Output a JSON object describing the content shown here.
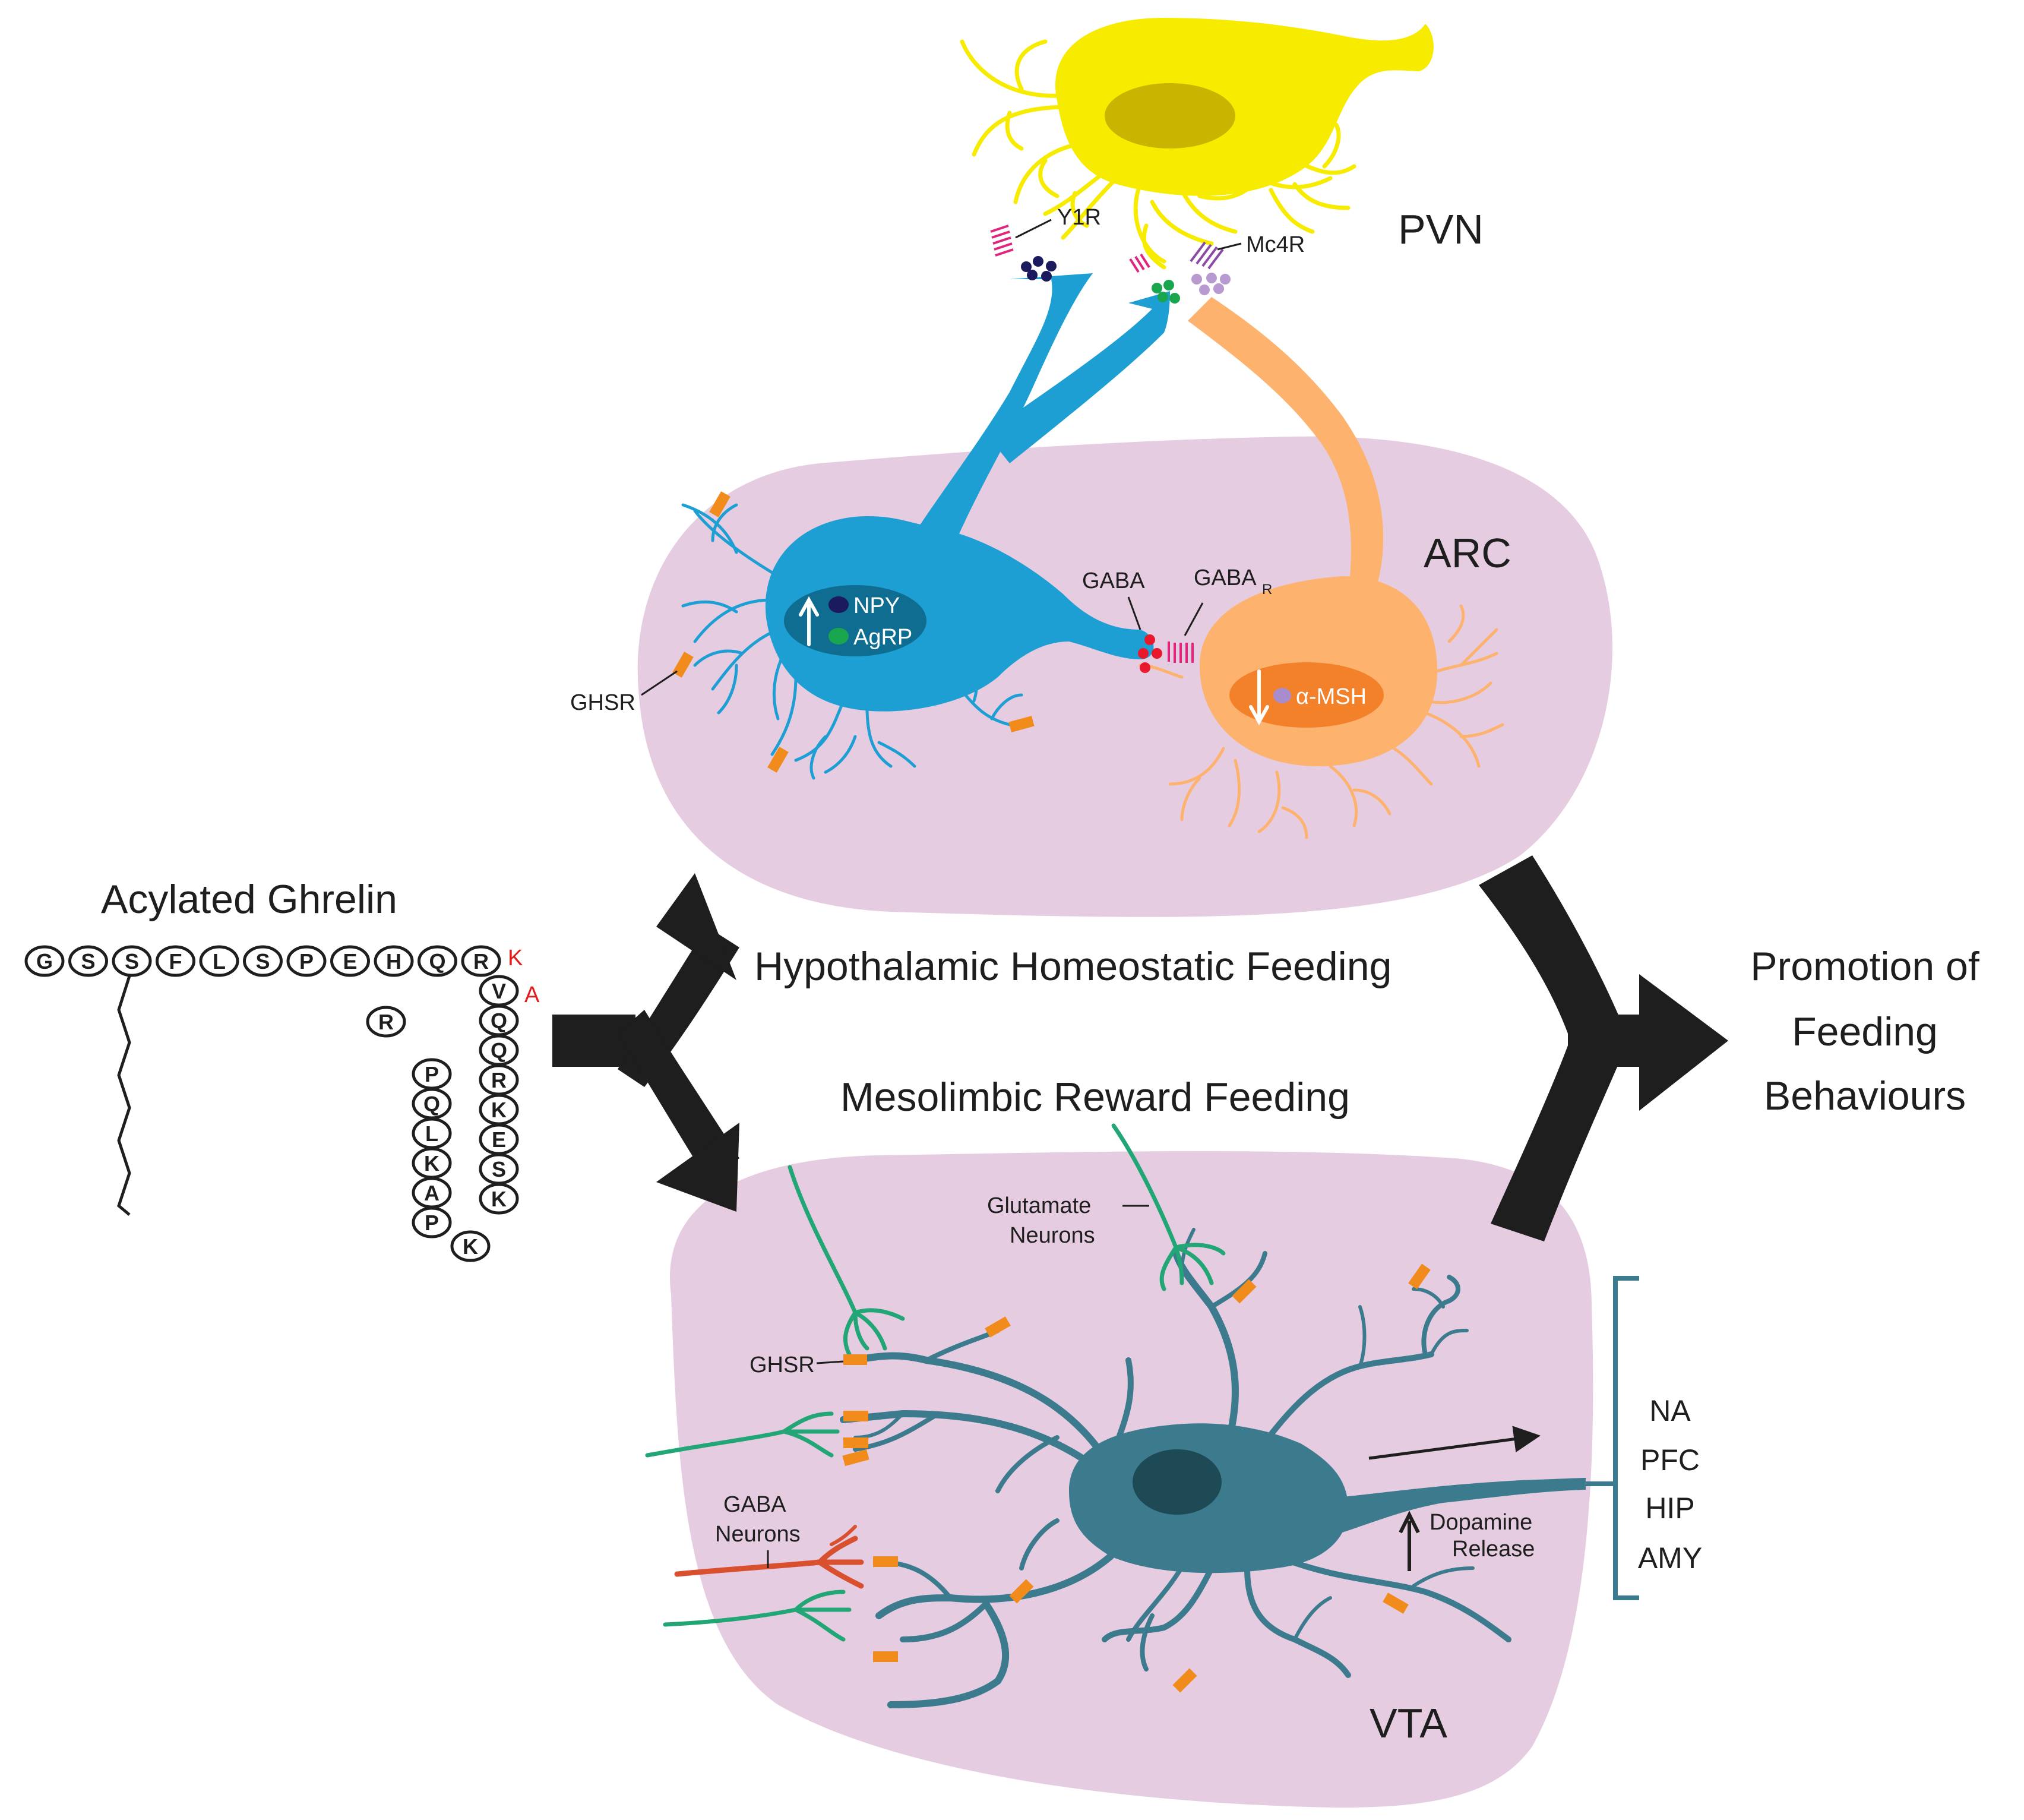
{
  "labels": {
    "pvn": "PVN",
    "arc": "ARC",
    "vta": "VTA",
    "y1r": "Y1R",
    "mc4r": "Mc4R",
    "gaba": "GABA",
    "gaba_r": "GABA",
    "gaba_r_sub": "R",
    "npy": "NPY",
    "agrp": "AgRP",
    "amsh": "α-MSH",
    "ghsr_arc": "GHSR",
    "ghsr_vta": "GHSR",
    "acylated_ghrelin": "Acylated Ghrelin",
    "hypothalamic": "Hypothalamic Homeostatic Feeding",
    "mesolimbic": "Mesolimbic Reward Feeding",
    "promotion_1": "Promotion of",
    "promotion_2": "Feeding",
    "promotion_3": "Behaviours",
    "glutamate_1": "Glutamate",
    "glutamate_2": "Neurons",
    "gaba_neurons_1": "GABA",
    "gaba_neurons_2": "Neurons",
    "dopamine_1": "Dopamine",
    "dopamine_2": "Release"
  },
  "ghrelin": {
    "top_row": [
      "G",
      "S",
      "S",
      "F",
      "L",
      "S",
      "P",
      "E",
      "H",
      "Q",
      "R"
    ],
    "right_col": [
      "V",
      "Q",
      "Q",
      "R",
      "K",
      "E",
      "S",
      "K"
    ],
    "bottom": "K",
    "left_col": [
      "P",
      "A",
      "K",
      "L",
      "Q",
      "P"
    ],
    "left_top": "R",
    "red_1": "K",
    "red_2": "A"
  },
  "targets": [
    "NA",
    "PFC",
    "HIP",
    "AMY"
  ],
  "colors": {
    "region_fill": "#e5cce0",
    "pvn_neuron": "#f7ec00",
    "agrp_neuron": "#1e9fd4",
    "pomc_neuron": "#fdb26e",
    "vta_neuron": "#3c7a8e",
    "glutamate": "#22a676",
    "gaba_neuron": "#d8502e",
    "receptor": "#f08b1c",
    "red_text": "#e21c1c"
  }
}
